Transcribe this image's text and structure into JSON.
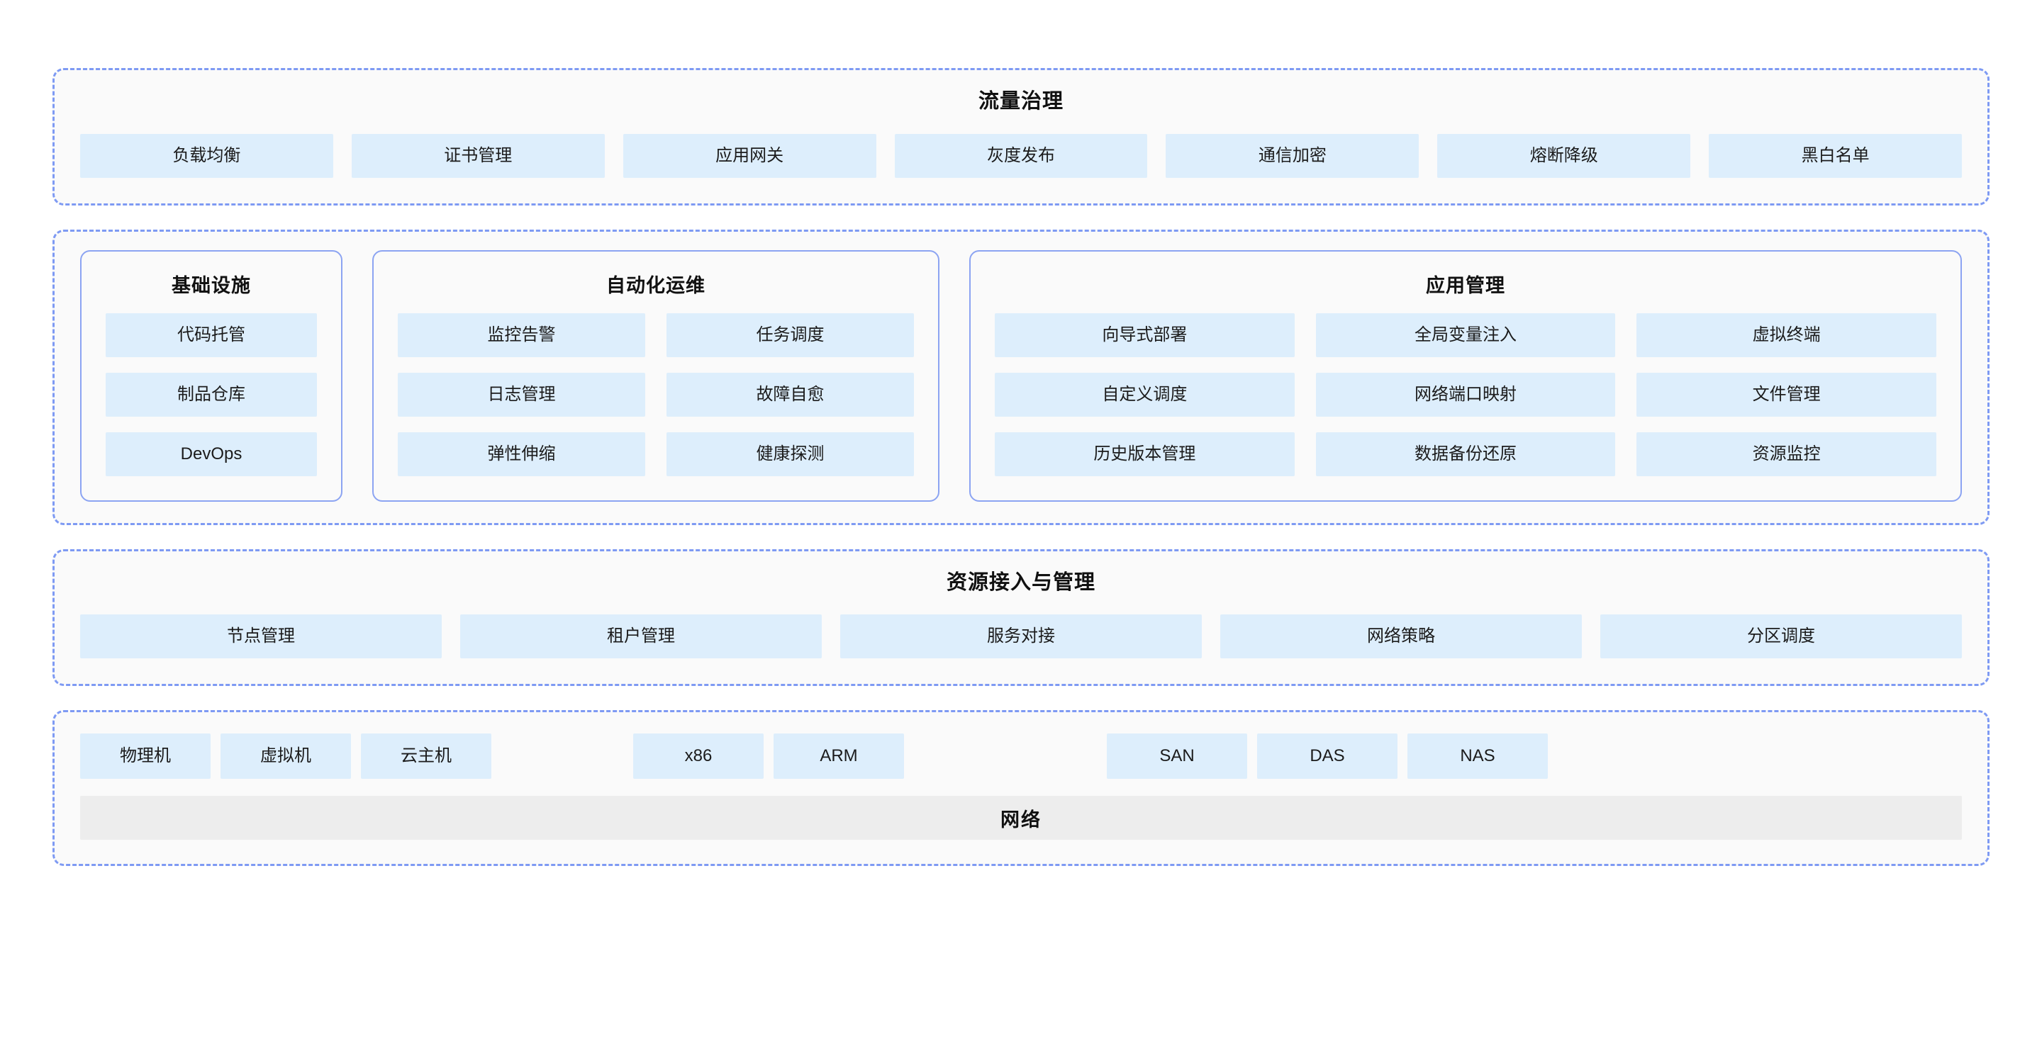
{
  "diagram": {
    "type": "layered-architecture",
    "sections": [
      {
        "id": "traffic",
        "title": "流量治理",
        "layout": "single-row",
        "items": [
          "负载均衡",
          "证书管理",
          "应用网关",
          "灰度发布",
          "通信加密",
          "熔断降级",
          "黑白名单"
        ]
      },
      {
        "id": "platform",
        "title": "",
        "layout": "three-panels",
        "panels": [
          {
            "id": "infrastructure",
            "title": "基础设施",
            "columns": 1,
            "items": [
              "代码托管",
              "制品仓库",
              "DevOps"
            ]
          },
          {
            "id": "automation",
            "title": "自动化运维",
            "columns": 2,
            "items": [
              "监控告警",
              "任务调度",
              "日志管理",
              "故障自愈",
              "弹性伸缩",
              "健康探测"
            ]
          },
          {
            "id": "appmgmt",
            "title": "应用管理",
            "columns": 3,
            "items": [
              "向导式部署",
              "全局变量注入",
              "虚拟终端",
              "自定义调度",
              "网络端口映射",
              "文件管理",
              "历史版本管理",
              "数据备份还原",
              "资源监控"
            ]
          }
        ]
      },
      {
        "id": "resource",
        "title": "资源接入与管理",
        "layout": "single-row",
        "items": [
          "节点管理",
          "租户管理",
          "服务对接",
          "网络策略",
          "分区调度"
        ]
      },
      {
        "id": "hardware",
        "title": "",
        "layout": "grouped-row",
        "groups": [
          {
            "id": "compute",
            "items": [
              "物理机",
              "虚拟机",
              "云主机"
            ]
          },
          {
            "id": "arch",
            "items": [
              "x86",
              "ARM"
            ]
          },
          {
            "id": "storage",
            "items": [
              "SAN",
              "DAS",
              "NAS"
            ]
          }
        ],
        "network_bar": "网络"
      }
    ]
  },
  "colors": {
    "chip_bg": "#ddeefc",
    "section_border": "#7e9af3",
    "panel_border": "#8ca4f2",
    "section_bg": "#fafafa",
    "network_bar_bg": "#ededed",
    "text": "#111111",
    "page_bg": "#ffffff"
  }
}
